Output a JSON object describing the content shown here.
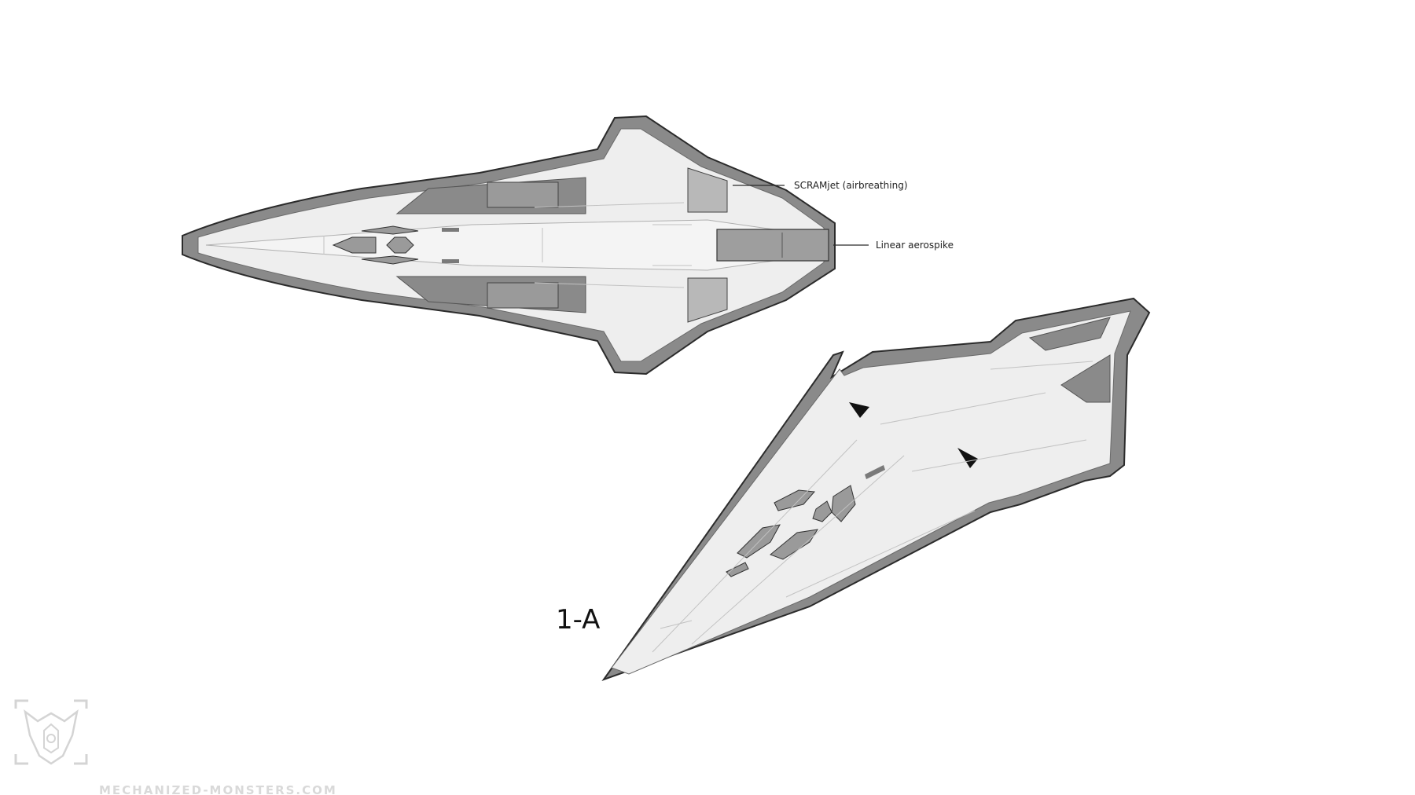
{
  "diagram": {
    "callouts": {
      "scramjet": "SCRAMjet (airbreathing)",
      "aerospike": "Linear aerospike"
    },
    "view_label": "1-A"
  },
  "watermark": {
    "text": "MECHANIZED-MONSTERS.COM",
    "logo": "mechanized-monsters-logo"
  },
  "colors": {
    "hull_fill": "#eeeeee",
    "panel_dark": "#8a8a8a",
    "outline": "#2b2b2b",
    "background": "#ffffff",
    "watermark": "#d9d9d9"
  }
}
